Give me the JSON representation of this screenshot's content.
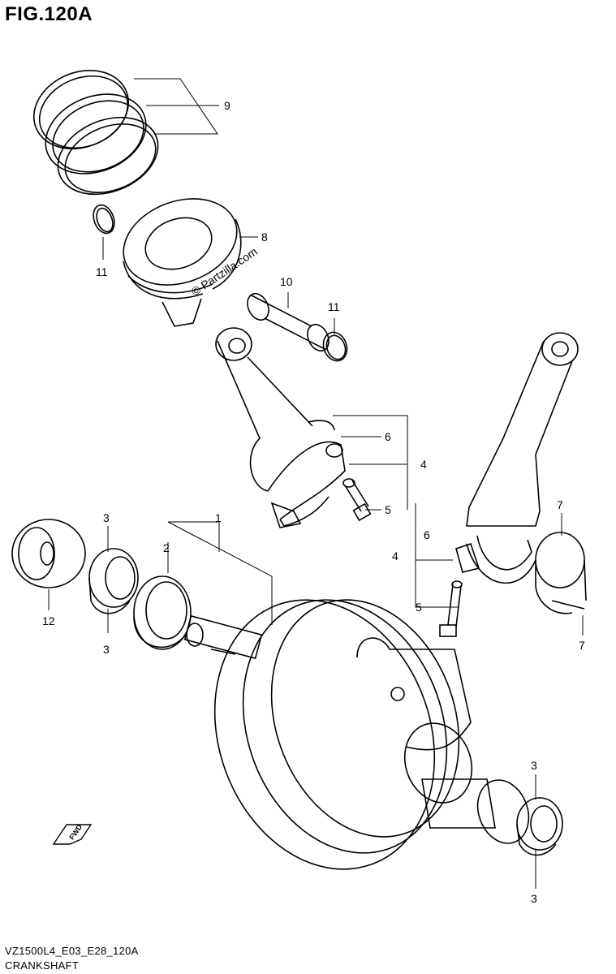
{
  "figure": {
    "title": "FIG.120A",
    "code": "VZ1500L4_E03_E28_120A",
    "name": "CRANKSHAFT",
    "watermark": "© Partzilla.com",
    "fwd_label": "FWD"
  },
  "callouts": {
    "c1": "1",
    "c2": "2",
    "c3a": "3",
    "c3b": "3",
    "c3c": "3",
    "c3d": "3",
    "c4a": "4",
    "c4b": "4",
    "c5a": "5",
    "c5b": "5",
    "c6a": "6",
    "c6b": "6",
    "c7a": "7",
    "c7b": "7",
    "c8": "8",
    "c9": "9",
    "c10": "10",
    "c11a": "11",
    "c11b": "11",
    "c12": "12"
  }
}
